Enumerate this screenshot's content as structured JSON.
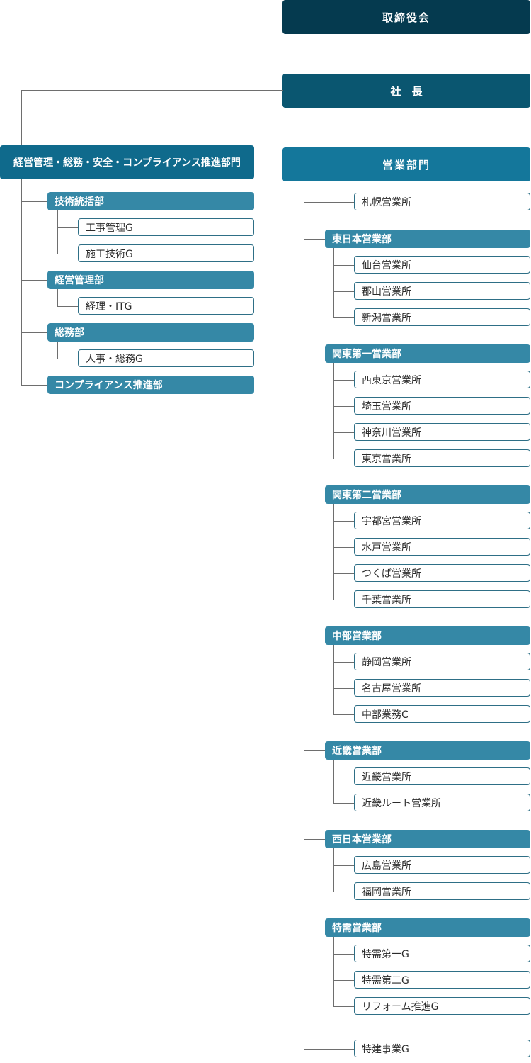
{
  "board": "取締役会",
  "president": "社　長",
  "admin": {
    "label": "経営管理・総務・安全・コンプライアンス推進部門",
    "depts": [
      {
        "name": "技術統括部",
        "units": [
          "工事管理G",
          "施工技術G"
        ]
      },
      {
        "name": "経営管理部",
        "units": [
          "経理・ITG"
        ]
      },
      {
        "name": "総務部",
        "units": [
          "人事・総務G"
        ]
      },
      {
        "name": "コンプライアンス推進部",
        "units": []
      }
    ]
  },
  "sales": {
    "label": "営業部門",
    "direct_top": [
      "札幌営業所"
    ],
    "depts": [
      {
        "name": "東日本営業部",
        "units": [
          "仙台営業所",
          "郡山営業所",
          "新潟営業所"
        ]
      },
      {
        "name": "関東第一営業部",
        "units": [
          "西東京営業所",
          "埼玉営業所",
          "神奈川営業所",
          "東京営業所"
        ]
      },
      {
        "name": "関東第二営業部",
        "units": [
          "宇都宮営業所",
          "水戸営業所",
          "つくば営業所",
          "千葉営業所"
        ]
      },
      {
        "name": "中部営業部",
        "units": [
          "静岡営業所",
          "名古屋営業所",
          "中部業務C"
        ]
      },
      {
        "name": "近畿営業部",
        "units": [
          "近畿営業所",
          "近畿ルート営業所"
        ]
      },
      {
        "name": "西日本営業部",
        "units": [
          "広島営業所",
          "福岡営業所"
        ]
      },
      {
        "name": "特需営業部",
        "units": [
          "特需第一G",
          "特需第二G",
          "リフォーム推進G"
        ]
      }
    ],
    "direct_bottom": [
      "特建事業G"
    ]
  }
}
